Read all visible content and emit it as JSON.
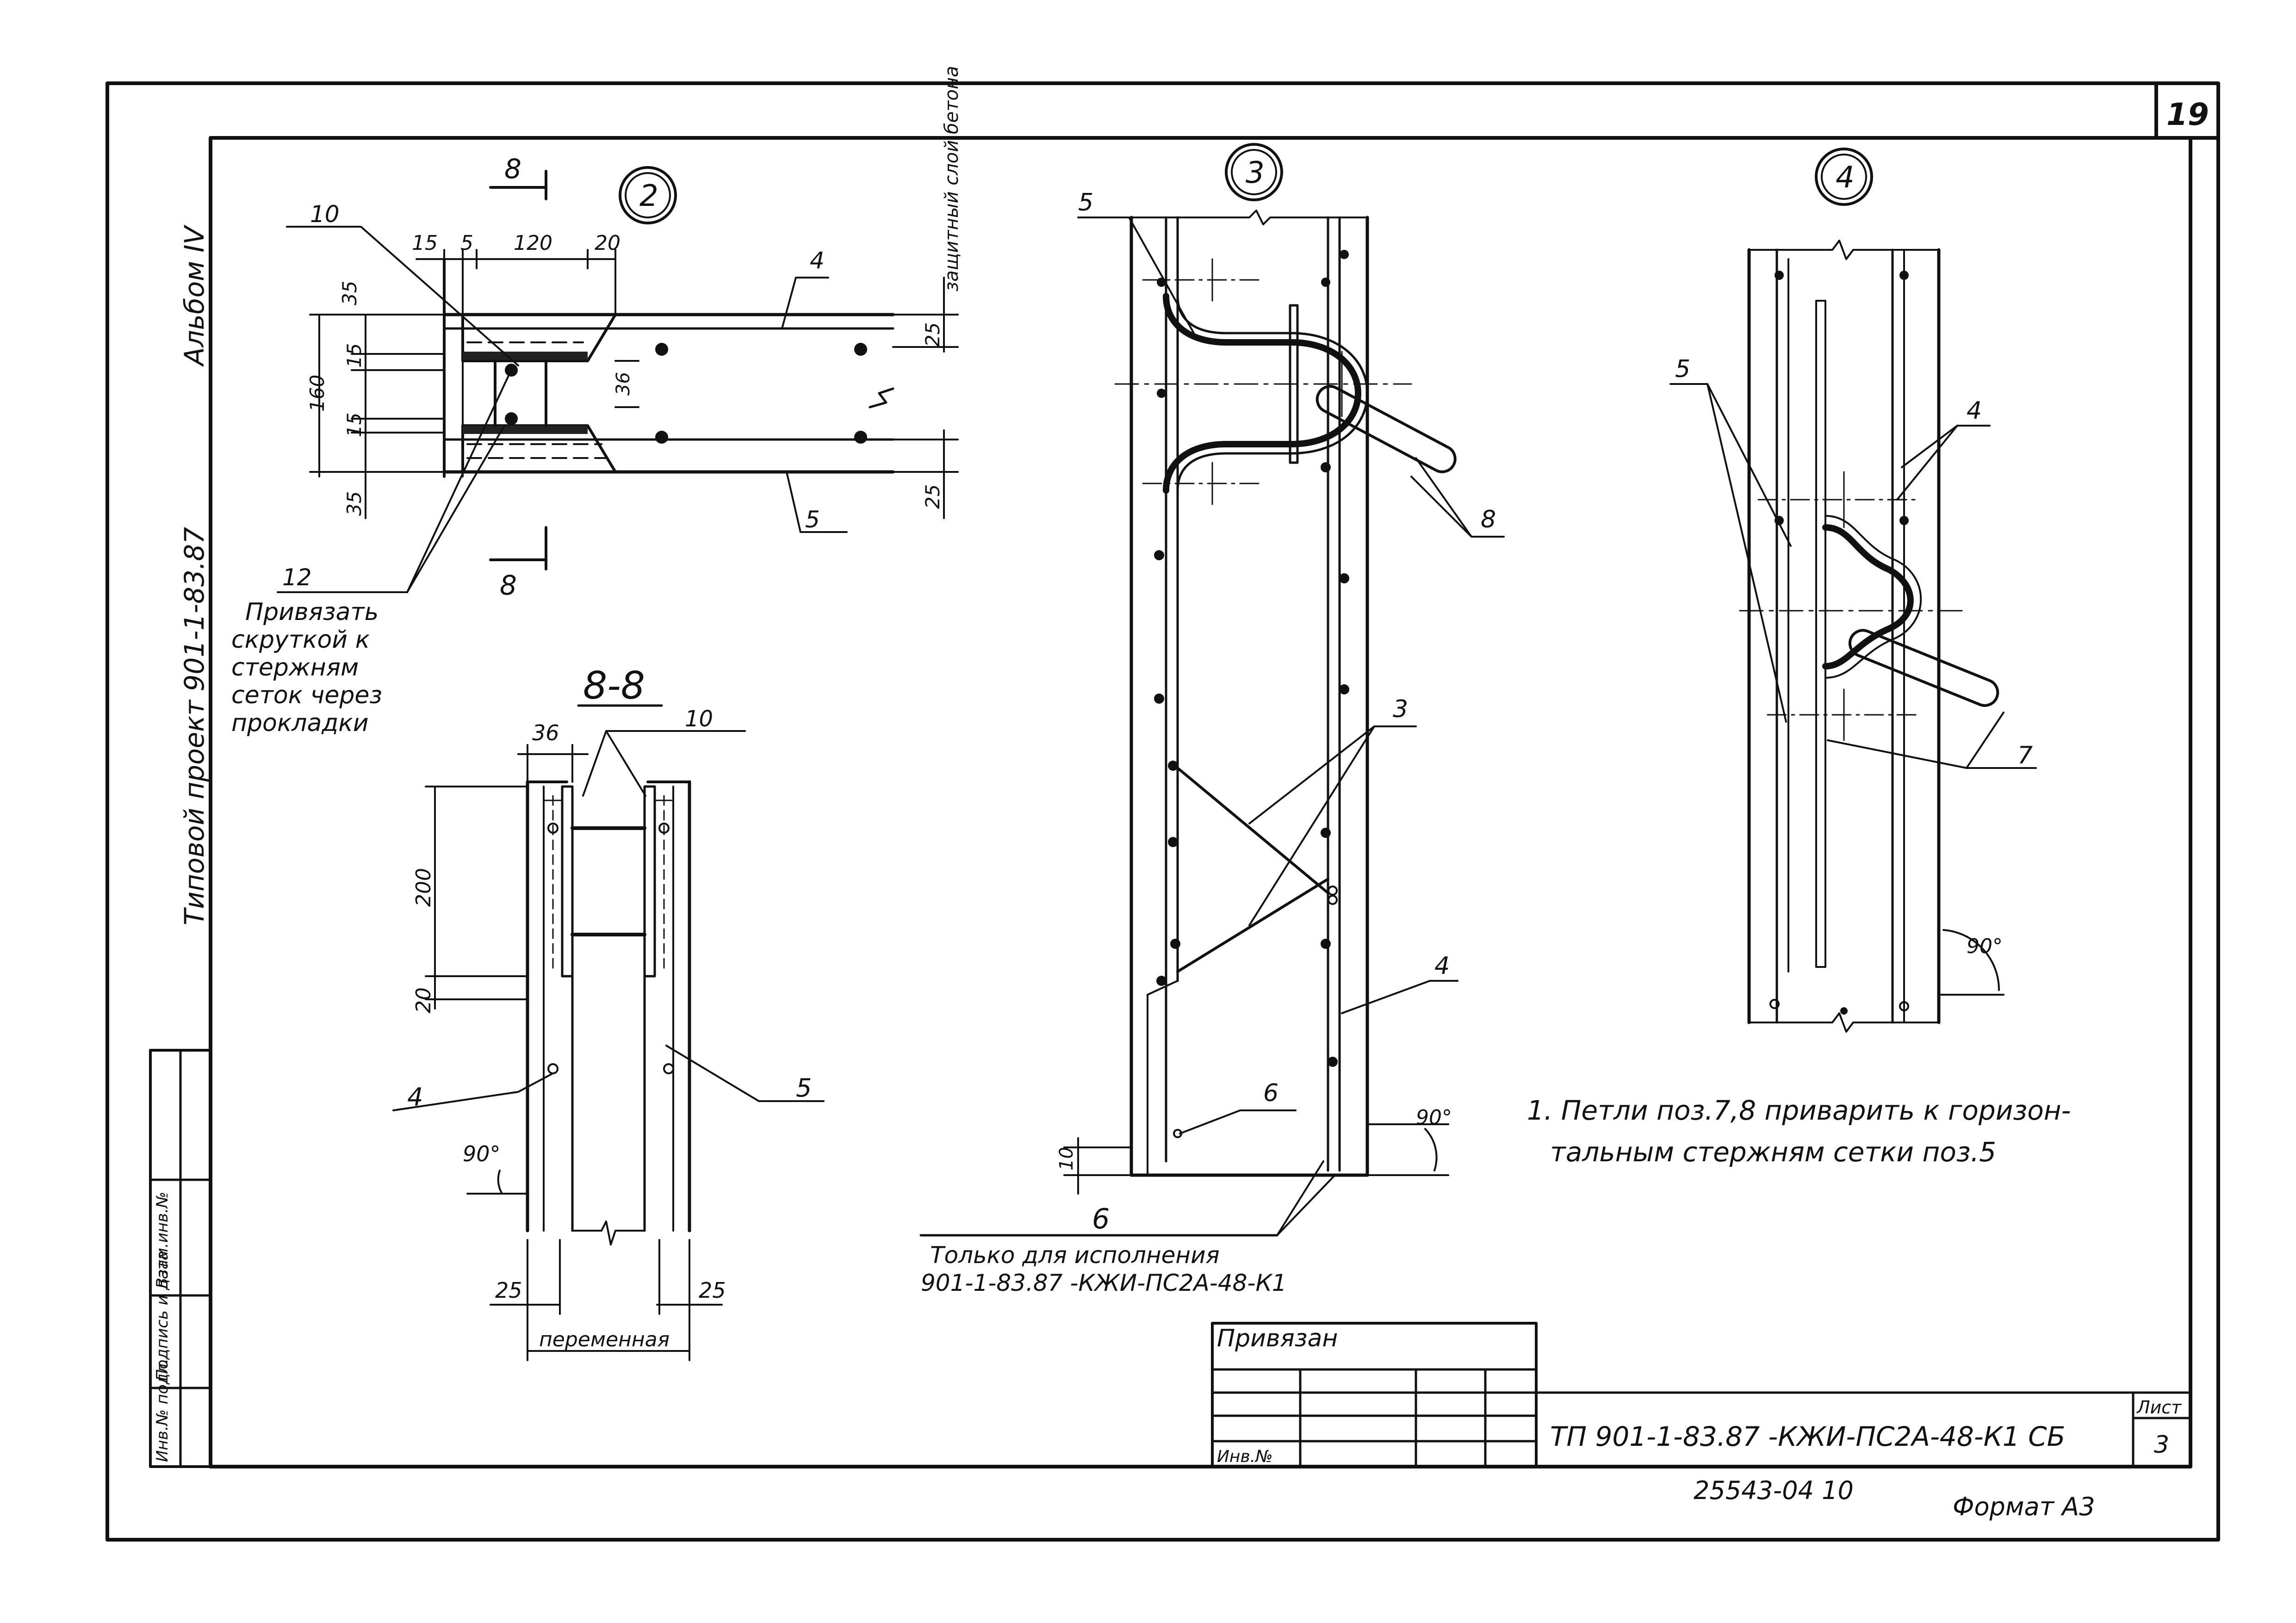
{
  "sheet": {
    "page_number": "19",
    "album_label": "Альбом IV",
    "project_label": "Типовой проект 901-1-83.87",
    "side_stamp": [
      "Инв.№ подл.",
      "Подпись и дата",
      "Взам.инв.№"
    ]
  },
  "detail_2": {
    "marker": "2",
    "section_mark": "8",
    "dims_top": [
      "15",
      "5",
      "120",
      "20"
    ],
    "dims_left": [
      "35",
      "15",
      "160",
      "15",
      "35"
    ],
    "dim_right_top": "25",
    "dim_right_bottom": "25",
    "dim_inner": "36",
    "cover_label": "защитный слой бетона",
    "positions": [
      "10",
      "4",
      "5",
      "12"
    ],
    "note": [
      "Привязать",
      "скруткой к",
      "стержням",
      "сеток через",
      "прокладки"
    ]
  },
  "section_8_8": {
    "title": "8-8",
    "dim_top": "36",
    "dim_200": "200",
    "dim_20": "20",
    "positions": [
      "10",
      "4",
      "5"
    ],
    "angle": "90°",
    "dims_bottom": [
      "25",
      "25"
    ],
    "width_label": "переменная"
  },
  "detail_3": {
    "marker": "3",
    "positions": [
      "5",
      "8",
      "3",
      "4",
      "6"
    ],
    "dim_bottom": "10",
    "angle": "90°",
    "ref_pos": "6",
    "note": [
      "Только для исполнения",
      "901-1-83.87 -КЖИ-ПС2А-48-К1"
    ]
  },
  "detail_4": {
    "marker": "4",
    "positions": [
      "5",
      "4",
      "7"
    ],
    "angle": "90°"
  },
  "notes": [
    "1. Петли поз.7,8 приварить к горизон-",
    "тальным стержням сетки поз.5"
  ],
  "title_block": {
    "bound_label": "Привязан",
    "inv_label": "Инв.№",
    "code": "ТП 901-1-83.87 -КЖИ-ПС2А-48-К1 СБ",
    "sheet_label": "Лист",
    "sheet_number": "3"
  },
  "footer": {
    "archive_number": "25543-04 10",
    "format_label": "Формат А3"
  }
}
